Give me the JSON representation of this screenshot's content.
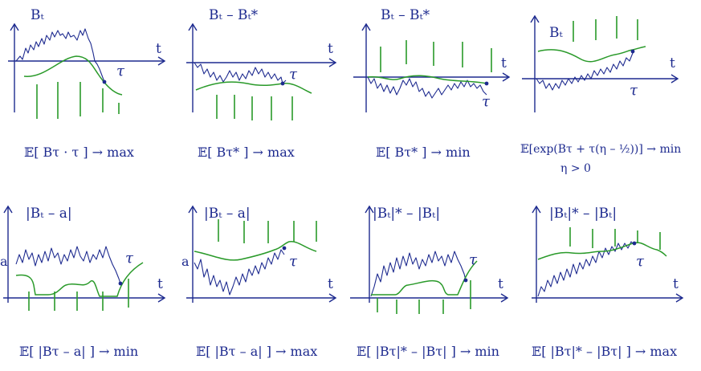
{
  "panels": [
    {
      "y_label": "Bₜ",
      "t_label": "t",
      "tau_label": "τ",
      "formula": "𝔼[ Bτ · τ ] → max",
      "formula2": "",
      "a_label": ""
    },
    {
      "y_label": "Bₜ – Bₜ*",
      "t_label": "t",
      "tau_label": "τ",
      "formula": "𝔼[ Bτ* ] → max",
      "formula2": "",
      "a_label": ""
    },
    {
      "y_label": "Bₜ – Bₜ*",
      "t_label": "t",
      "tau_label": "τ",
      "formula": "𝔼[ Bτ* ] → min",
      "formula2": "",
      "a_label": ""
    },
    {
      "y_label": "Bₜ",
      "t_label": "t",
      "tau_label": "τ",
      "formula": "𝔼[exp(Bτ + τ(η – ½))] → min",
      "formula2": "η > 0",
      "a_label": ""
    },
    {
      "y_label": "|Bₜ – a|",
      "t_label": "t",
      "tau_label": "τ",
      "formula": "𝔼[ |Bτ – a| ] → min",
      "formula2": "",
      "a_label": "a"
    },
    {
      "y_label": "|Bₜ – a|",
      "t_label": "t",
      "tau_label": "τ",
      "formula": "𝔼[ |Bτ – a| ] → max",
      "formula2": "",
      "a_label": "a"
    },
    {
      "y_label": "|Bₜ|* – |Bₜ|",
      "t_label": "t",
      "tau_label": "τ",
      "formula": "𝔼[ |Bτ|* – |Bτ| ] → min",
      "formula2": "",
      "a_label": ""
    },
    {
      "y_label": "|Bₜ|* – |Bₜ|",
      "t_label": "t",
      "tau_label": "τ",
      "formula": "𝔼[ |Bτ|* – |Bτ| ] → max",
      "formula2": "",
      "a_label": ""
    }
  ]
}
